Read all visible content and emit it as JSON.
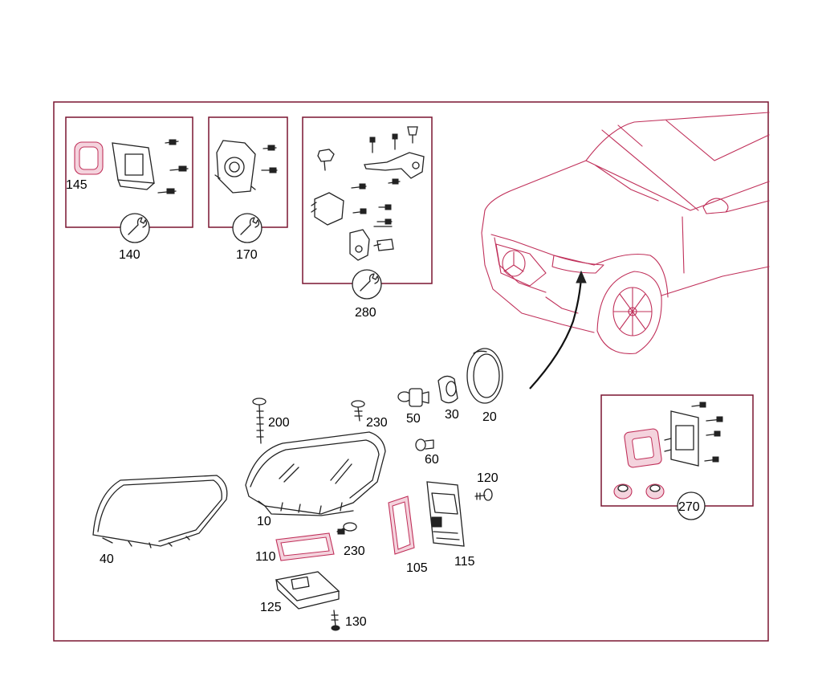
{
  "callouts": {
    "c145": "145",
    "c140": "140",
    "c170": "170",
    "c280": "280",
    "c270": "270",
    "c200": "200",
    "c230a": "230",
    "c50": "50",
    "c30": "30",
    "c20": "20",
    "c60": "60",
    "c120": "120",
    "c10": "10",
    "c40": "40",
    "c110": "110",
    "c230b": "230",
    "c105": "105",
    "c115": "115",
    "c125": "125",
    "c130": "130"
  },
  "icons": {
    "wrench": "wrench-icon"
  },
  "colors": {
    "frame": "#7a1530",
    "accent": "#c0305a",
    "ink": "#222222"
  }
}
